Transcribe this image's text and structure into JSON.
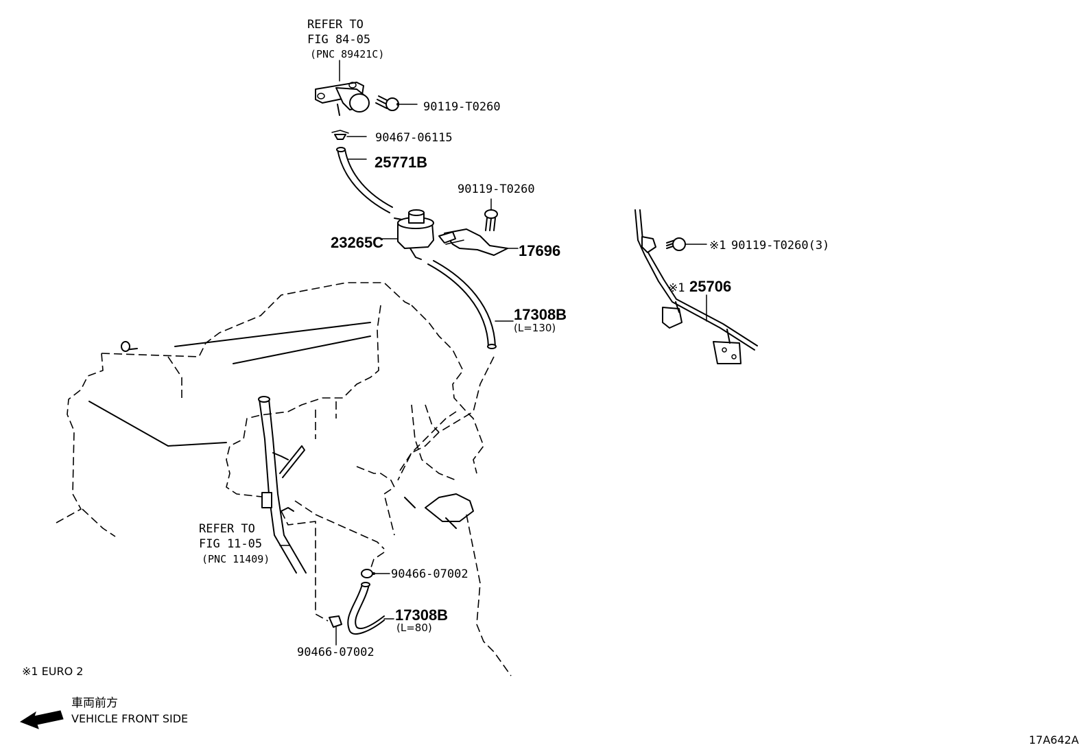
{
  "labels": {
    "refer_84": [
      "REFER TO",
      "FIG 84-05",
      "(PNC 89421C)"
    ],
    "refer_11": [
      "REFER TO",
      "FIG 11-05",
      "(PNC 11409)"
    ],
    "bolt_top": "90119-T0260",
    "clamp_top": "90467-06115",
    "hose_top": "25771B",
    "bolt_mid": "90119-T0260",
    "vsv": "23265C",
    "bracket": "17696",
    "hose_mid": "17308B",
    "hose_mid_len": "(L=130)",
    "bolt_right_mark": "※1",
    "bolt_right": "90119-T0260(3)",
    "sensor_mark": "※1",
    "sensor": "25706",
    "clamp_low_right": "90466-07002",
    "hose_low": "17308B",
    "hose_low_len": "(L=80)",
    "clamp_low_left": "90466-07002"
  },
  "footnote": "※1 EURO 2",
  "direction": {
    "jp": "車両前方",
    "en": "VEHICLE FRONT SIDE",
    "icon": "arrow-left-icon"
  },
  "figure_code": "17A642A"
}
